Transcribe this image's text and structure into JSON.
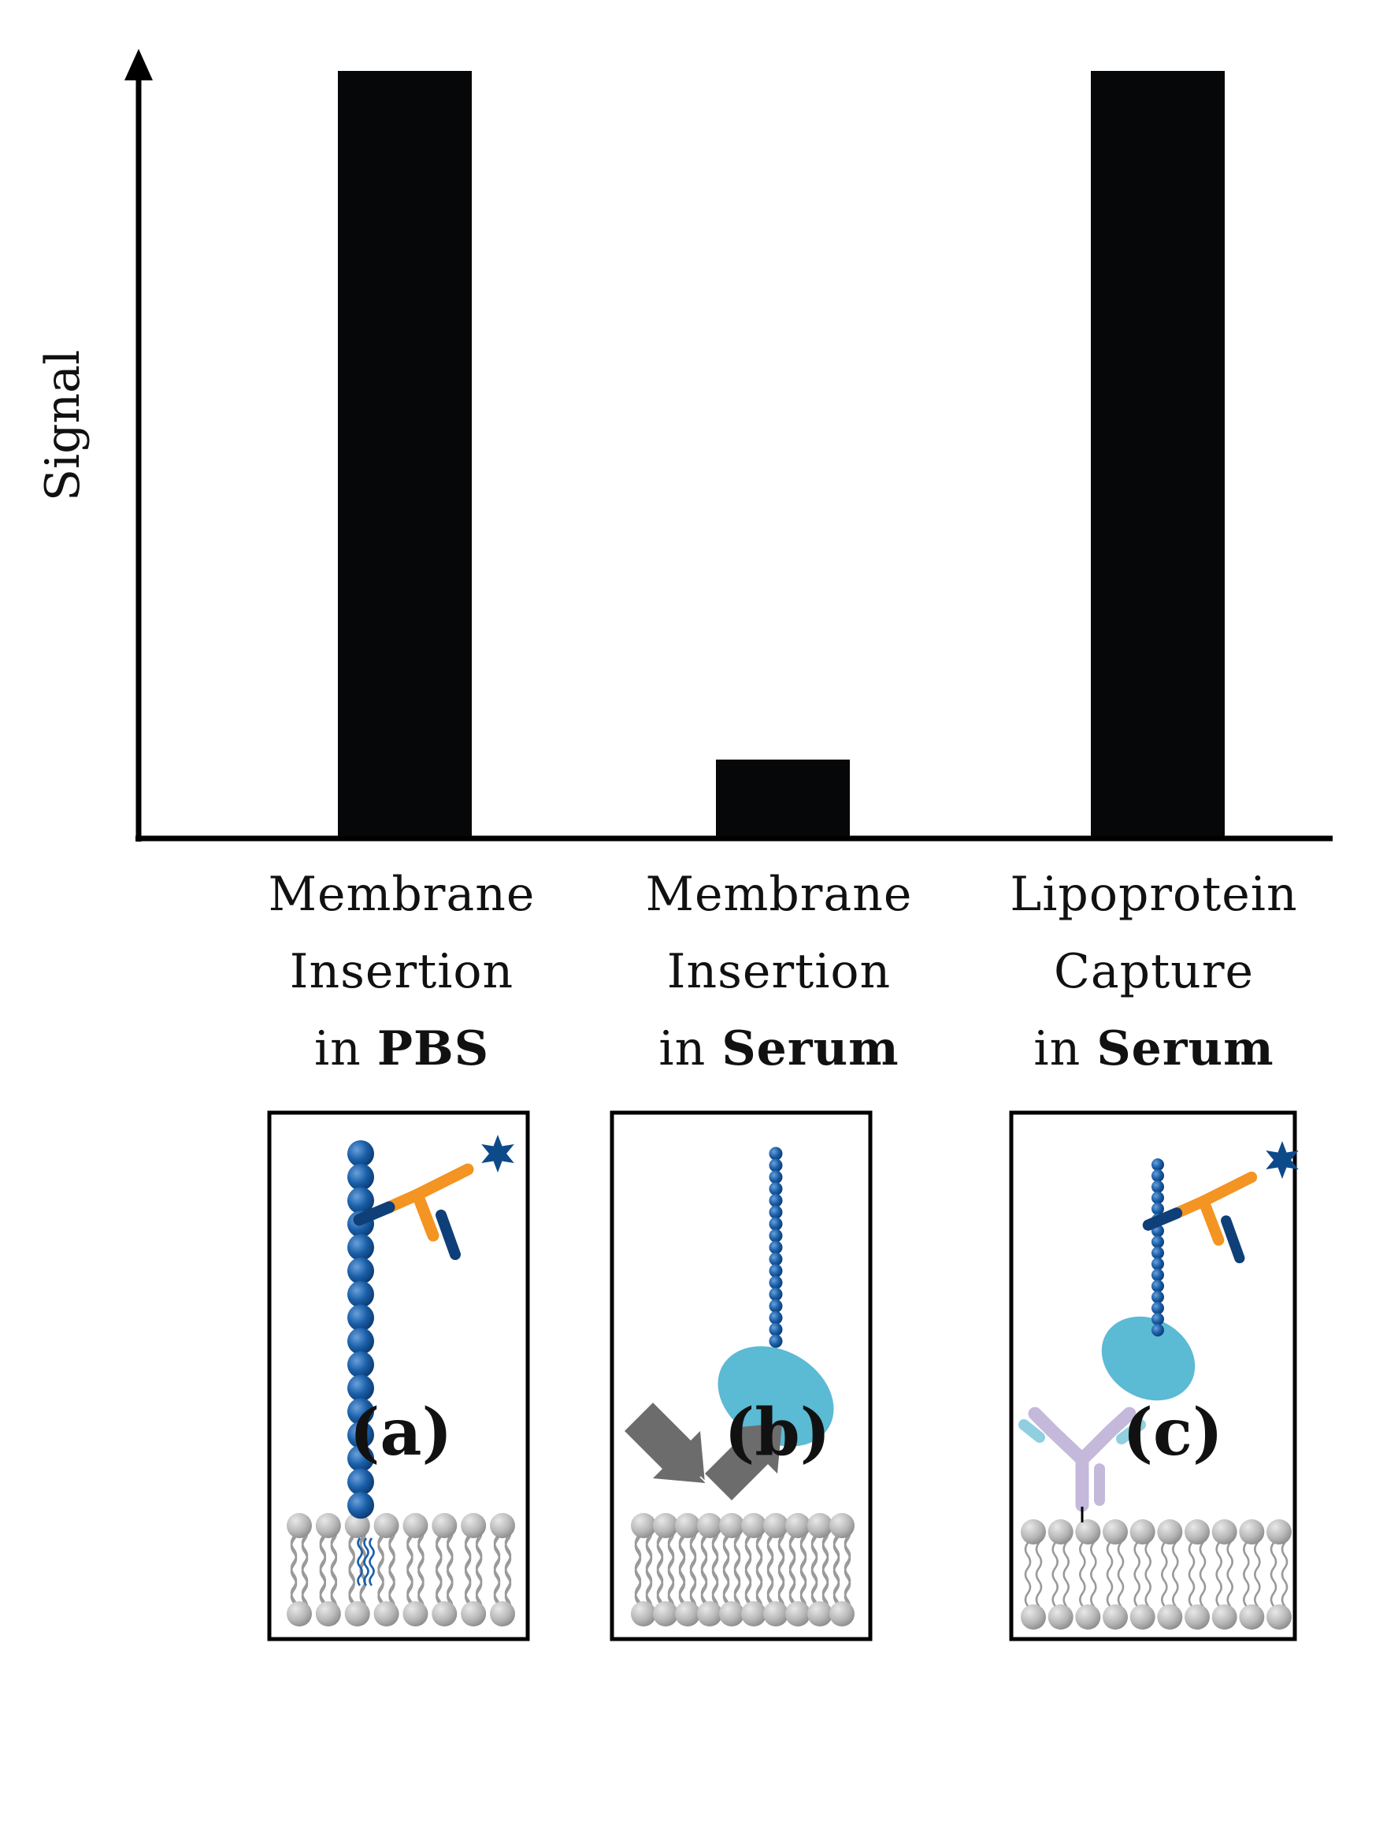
{
  "chart_data": {
    "type": "bar",
    "ylabel": "Signal",
    "xlabel": "",
    "categories": [
      {
        "line1": "Membrane",
        "line2": "Insertion",
        "line3_prefix": "in ",
        "line3_bold": "PBS"
      },
      {
        "line1": "Membrane",
        "line2": "Insertion",
        "line3_prefix": "in ",
        "line3_bold": "Serum"
      },
      {
        "line1": "Lipoprotein",
        "line2": "Capture",
        "line3_prefix": "in ",
        "line3_bold": "Serum"
      }
    ],
    "values": [
      1.0,
      0.1,
      1.0
    ],
    "ylim": [
      0,
      1
    ],
    "y_ticks": "none",
    "bar_color": "#050708",
    "grid": false
  },
  "panels": [
    {
      "letter": "(a)",
      "scenario": "membrane insertion in PBS"
    },
    {
      "letter": "(b)",
      "scenario": "membrane insertion in serum"
    },
    {
      "letter": "(c)",
      "scenario": "lipoprotein capture in serum"
    }
  ],
  "colors": {
    "anchor_blue": "#1a5fa8",
    "anchor_dark": "#0e3f78",
    "antibody_orange": "#f39423",
    "label_star": "#0d4a8a",
    "lipoprotein": "#5bbad4",
    "capture_antibody": "#c4b9db",
    "capture_antibody_tip": "#8fcfe0",
    "arrow_gray": "#6c6c6c",
    "lipid_head": "#b8b8b8"
  }
}
